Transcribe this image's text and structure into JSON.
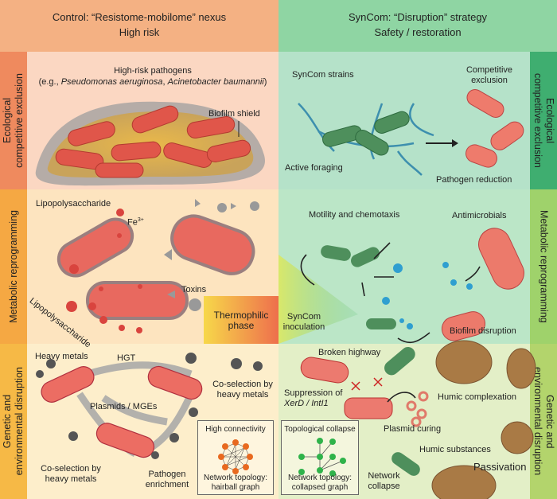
{
  "header": {
    "left_title": "Control: “Resistome-mobilome” nexus",
    "left_subtitle": "High risk",
    "right_title": "SynCom: “Disruption” strategy",
    "right_subtitle": "Safety / restoration"
  },
  "rows": [
    {
      "left_label": [
        "Ecological",
        "competitive exclusion"
      ],
      "right_label": [
        "Ecological",
        "competitive exclusion"
      ]
    },
    {
      "left_label": [
        "Metabolic reprogramming"
      ],
      "right_label": [
        "Metabolic reprogramming"
      ]
    },
    {
      "left_label": [
        "Genetic and",
        "environmental disruption"
      ],
      "right_label": [
        "Genetic and",
        "environmental disruption"
      ]
    }
  ],
  "row1": {
    "pathogens_title": "High-risk pathogens",
    "pathogens_eg_prefix": "(e.g., ",
    "pathogen1": "Pseudomonas aeruginosa",
    "sep": ", ",
    "pathogen2": "Acinetobacter baumannii",
    "eg_suffix": ")",
    "biofilm": "Biofilm shield",
    "syncom_strains": "SynCom strains",
    "competitive": "Competitive",
    "exclusion": "exclusion",
    "active_foraging": "Active foraging",
    "pathogen_reduction": "Pathogen reduction"
  },
  "row2": {
    "lps_top": "Lipopolysaccharide",
    "fe": "Fe",
    "fe_sup": "3+",
    "lps_bottom": "Lipopolysaccharide",
    "toxins": "Toxins",
    "thermophilic": "Thermophilic",
    "phase": "phase",
    "motility": "Motility and chemotaxis",
    "antimicrobials": "Antimicrobials",
    "syncom": "SynCom",
    "inoculation": "inoculation",
    "biofilm_disruption": "Biofilm disruption"
  },
  "row3": {
    "heavy_metals": "Heavy metals",
    "hgt": "HGT",
    "coselection_1a": "Co-selection by",
    "coselection_1b": "heavy metals",
    "plasmids": "Plasmids / MGEs",
    "coselection_2a": "Co-selection by",
    "coselection_2b": "heavy metals",
    "pathogen": "Pathogen",
    "enrichment": "enrichment",
    "high_connectivity": "High connectivity",
    "network_topology": "Network topology:",
    "hairball": "hairball graph",
    "broken_highway": "Broken highway",
    "suppression": "Suppression of",
    "genes": "XerD / IntI1",
    "humic_complexation": "Humic complexation",
    "plasmid_curing": "Plasmid curing",
    "humic_substances": "Humic substances",
    "passivation": "Passivation",
    "network": "Network",
    "collapse": "collapse",
    "topological_collapse": "Topological collapse",
    "network_topology2": "Network topology:",
    "collapsed_graph": "collapsed graph"
  },
  "colors": {
    "header_left": "#f4b183",
    "header_right": "#8fd5a3",
    "pathogen": "#e8695f",
    "syncom": "#4e8f5c"
  }
}
